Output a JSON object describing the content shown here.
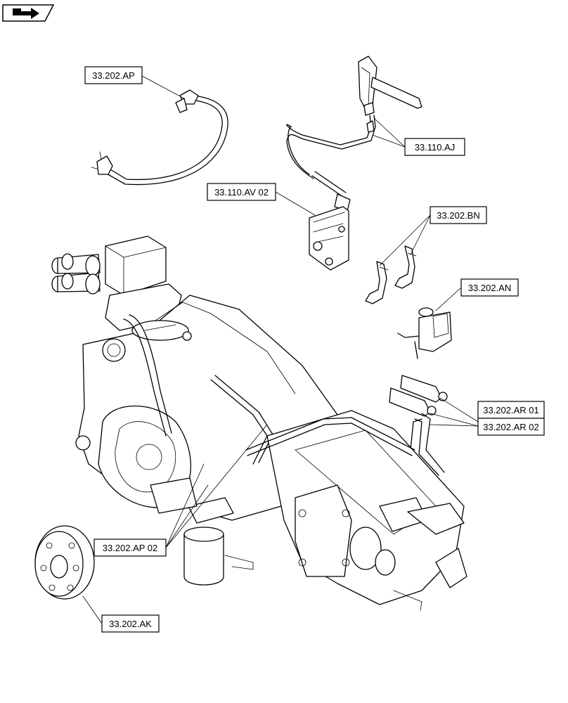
{
  "icon": "return-arrow-icon",
  "callouts": {
    "ap": "33.202.AP",
    "aj": "33.110.AJ",
    "av02": "33.110.AV 02",
    "bn": "33.202.BN",
    "an": "33.202.AN",
    "ar01": "33.202.AR 01",
    "ar02": "33.202.AR 02",
    "ap02": "33.202.AP 02",
    "ak": "33.202.AK"
  }
}
